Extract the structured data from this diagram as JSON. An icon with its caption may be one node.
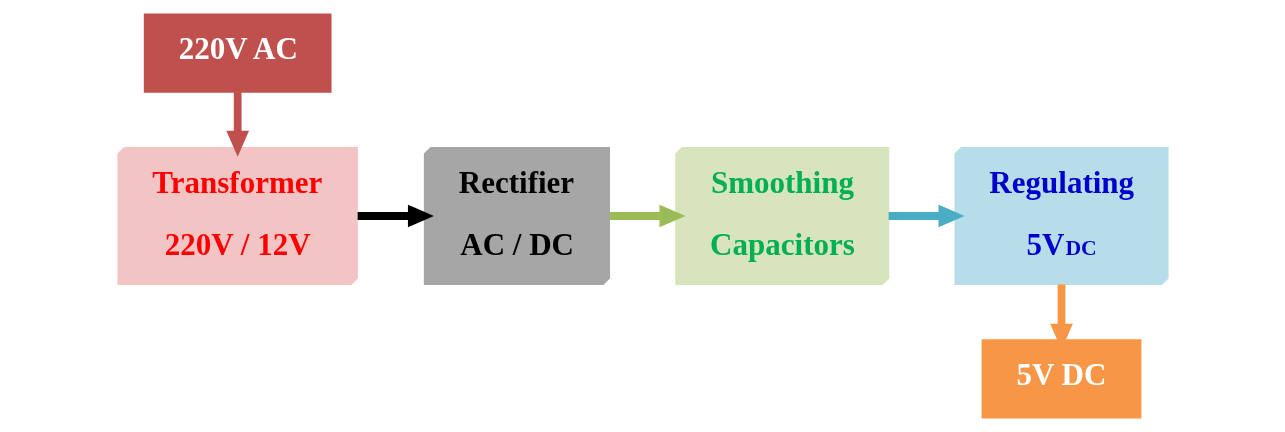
{
  "diagram": {
    "nodes": [
      {
        "text": [
          "220V AC"
        ]
      },
      {
        "text": [
          "Transformer",
          "220V / 12V"
        ]
      },
      {
        "text": [
          "Rectifier",
          "AC / DC"
        ]
      },
      {
        "text": [
          "Smoothing",
          "Capacitors"
        ]
      },
      {
        "text": [
          "Regulating",
          "5V$_{DC}$"
        ]
      },
      {
        "text": [
          "5V DC"
        ]
      }
    ],
    "edges": [
      {
        "from": 0,
        "to": 1,
        "arrow": "to",
        "color": "#c0504d"
      },
      {
        "from": 1,
        "to": 2,
        "arrow": "to",
        "color": "#000000"
      },
      {
        "from": 2,
        "to": 3,
        "arrow": "to",
        "color": "#9bbb59"
      },
      {
        "from": 3,
        "to": 4,
        "arrow": "to",
        "color": "#4bacc6"
      },
      {
        "from": 4,
        "to": 5,
        "arrow": "to",
        "color": "#f79646"
      }
    ]
  }
}
